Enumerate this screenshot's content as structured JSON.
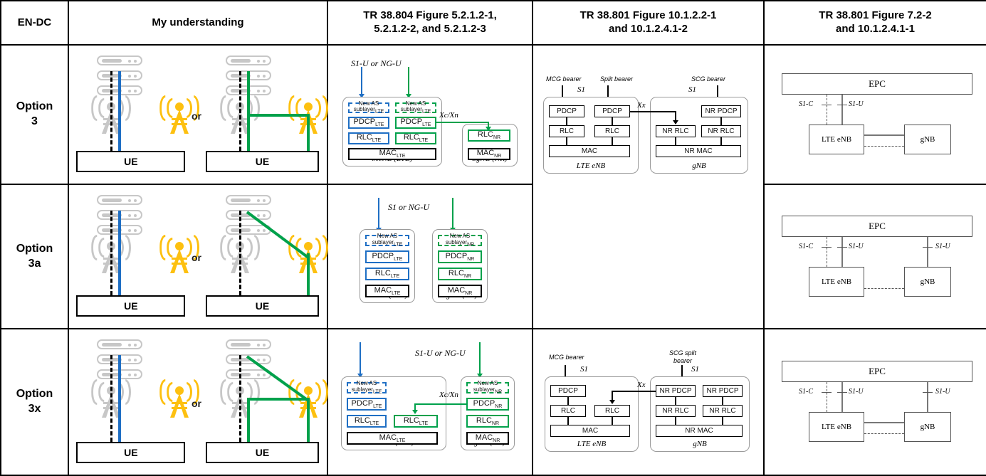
{
  "table": {
    "headers": [
      "EN-DC",
      "My understanding",
      "TR 38.804 Figure 5.2.1.2-1, 5.2.1.2-2, and 5.2.1.2-3",
      "TR 38.801 Figure 10.1.2.2-1 and 10.1.2.4.1-2",
      "TR 38.801 Figure 7.2-2 and 10.1.2.4.1-1"
    ],
    "header_lines": [
      [
        "EN-DC"
      ],
      [
        "My understanding"
      ],
      [
        "TR 38.804 Figure 5.2.1.2-1,",
        "5.2.1.2-2, and 5.2.1.2-3"
      ],
      [
        "TR 38.801 Figure 10.1.2.2-1",
        "and 10.1.2.4.1-2"
      ],
      [
        "TR 38.801 Figure 7.2-2",
        "and 10.1.2.4.1-1"
      ]
    ],
    "rows": [
      {
        "label_lines": [
          "Option",
          "3"
        ],
        "label": "Option 3"
      },
      {
        "label_lines": [
          "Option",
          "3a"
        ],
        "label": "Option 3a"
      },
      {
        "label_lines": [
          "Option",
          "3x"
        ],
        "label": "Option 3x"
      }
    ]
  },
  "colors": {
    "blue": "#1f6fc4",
    "green": "#00a14b",
    "yellow": "#fdc010",
    "gray": "#c7c7c7",
    "black": "#000000"
  },
  "understanding": {
    "ue_label": "UE",
    "or_label": "or",
    "rows": [
      {
        "option": "Option 3",
        "left_link_color": "blue",
        "right_link_color": "green",
        "right_shape": "step"
      },
      {
        "option": "Option 3a",
        "left_link_color": "blue",
        "right_link_color": "green",
        "right_shape": "diagonal"
      },
      {
        "option": "Option 3x",
        "left_link_color": "blue",
        "right_link_color": "green",
        "right_shape": "diagonal-plus-step"
      }
    ]
  },
  "stacks": {
    "option3": {
      "top_interface": "S1-U or NG-U",
      "xc_label": "Xc/Xn",
      "menb_label": "MeNB (LTE)",
      "sgnb_label": "SgNB (NR)",
      "menb_blocks": [
        {
          "text": "New AS",
          "sub": "sublayer",
          "subsub": "LTE",
          "style": "dbl"
        },
        {
          "text": "New AS",
          "sub": "sublayer",
          "subsub": "LTE",
          "style": "dgr"
        },
        {
          "text": "PDCP",
          "sub": "LTE",
          "style": "bl"
        },
        {
          "text": "PDCP",
          "sub": "LTE",
          "style": "gr"
        },
        {
          "text": "RLC",
          "sub": "LTE",
          "style": "bl"
        },
        {
          "text": "RLC",
          "sub": "LTE",
          "style": "gr"
        },
        {
          "text": "MAC",
          "sub": "LTE",
          "style": "bk"
        }
      ],
      "sgnb_blocks": [
        {
          "text": "RLC",
          "sub": "NR",
          "style": "gr"
        },
        {
          "text": "MAC",
          "sub": "NR",
          "style": "bk"
        }
      ]
    },
    "option3a": {
      "top_interface": "S1 or NG-U",
      "menb_label": "MeNB (LTE)",
      "sgnb_label": "SgNB (NR)",
      "menb_blocks": [
        {
          "text": "New AS",
          "sub": "sublayer",
          "subsub": "LTE",
          "style": "dbl"
        },
        {
          "text": "PDCP",
          "sub": "LTE",
          "style": "bl"
        },
        {
          "text": "RLC",
          "sub": "LTE",
          "style": "bl"
        },
        {
          "text": "MAC",
          "sub": "LTE",
          "style": "bk"
        }
      ],
      "sgnb_blocks": [
        {
          "text": "New AS",
          "sub": "sublayer",
          "subsub": "NR",
          "style": "dgr"
        },
        {
          "text": "PDCP",
          "sub": "NR",
          "style": "gr"
        },
        {
          "text": "RLC",
          "sub": "NR",
          "style": "gr"
        },
        {
          "text": "MAC",
          "sub": "NR",
          "style": "bk"
        }
      ]
    },
    "option3x": {
      "top_interface": "S1-U or NG-U",
      "xc_label": "Xc/Xn",
      "menb_label": "MeNB (LTE)",
      "sgnb_label": "SgNB (NR)",
      "menb_blocks": [
        {
          "text": "New AS",
          "sub": "sublayer",
          "subsub": "LTE",
          "style": "dbl"
        },
        {
          "text": "PDCP",
          "sub": "LTE",
          "style": "bl"
        },
        {
          "text": "RLC",
          "sub": "LTE",
          "style": "bl"
        },
        {
          "text": "RLC",
          "sub": "LTE",
          "style": "gr"
        },
        {
          "text": "MAC",
          "sub": "LTE",
          "style": "bk"
        }
      ],
      "sgnb_blocks": [
        {
          "text": "New AS",
          "sub": "sublayer",
          "subsub": "NR",
          "style": "dgr"
        },
        {
          "text": "PDCP",
          "sub": "NR",
          "style": "gr"
        },
        {
          "text": "RLC",
          "sub": "NR",
          "style": "gr"
        },
        {
          "text": "MAC",
          "sub": "NR",
          "style": "bk"
        }
      ]
    }
  },
  "bearer_diagrams": {
    "top": {
      "bearers": [
        "MCG bearer",
        "Split bearer",
        "SCG bearer"
      ],
      "s1_left": "S1",
      "s1_right": "S1",
      "xx": "Xx",
      "lte_label": "LTE eNB",
      "gnb_label": "gNB",
      "lte_blocks": [
        "PDCP",
        "PDCP",
        "RLC",
        "RLC",
        "MAC"
      ],
      "gnb_blocks": [
        "NR PDCP",
        "NR RLC",
        "NR RLC",
        "NR MAC"
      ]
    },
    "bottom": {
      "bearers": [
        "MCG bearer",
        "SCG split bearer"
      ],
      "bearer_right_lines": [
        "SCG split",
        "bearer"
      ],
      "s1_left": "S1",
      "s1_right": "S1",
      "xx": "Xx",
      "lte_label": "LTE eNB",
      "gnb_label": "gNB",
      "lte_blocks": [
        "PDCP",
        "RLC",
        "RLC",
        "MAC"
      ],
      "gnb_blocks": [
        "NR PDCP",
        "NR PDCP",
        "NR RLC",
        "NR RLC",
        "NR MAC"
      ]
    }
  },
  "epc_diagrams": {
    "epc_label": "EPC",
    "lte_enb_label": "LTE eNB",
    "gnb_label": "gNB",
    "s1c_label": "S1-C",
    "s1u_label": "S1-U",
    "rows": [
      {
        "option": "Option 3",
        "gnb_has_s1u": false,
        "enb_gnb_solid": true,
        "enb_gnb_dashed": true
      },
      {
        "option": "Option 3a",
        "gnb_has_s1u": true,
        "enb_gnb_solid": false,
        "enb_gnb_dashed": true
      },
      {
        "option": "Option 3x",
        "gnb_has_s1u": true,
        "enb_gnb_solid": true,
        "enb_gnb_dashed": true
      }
    ]
  }
}
